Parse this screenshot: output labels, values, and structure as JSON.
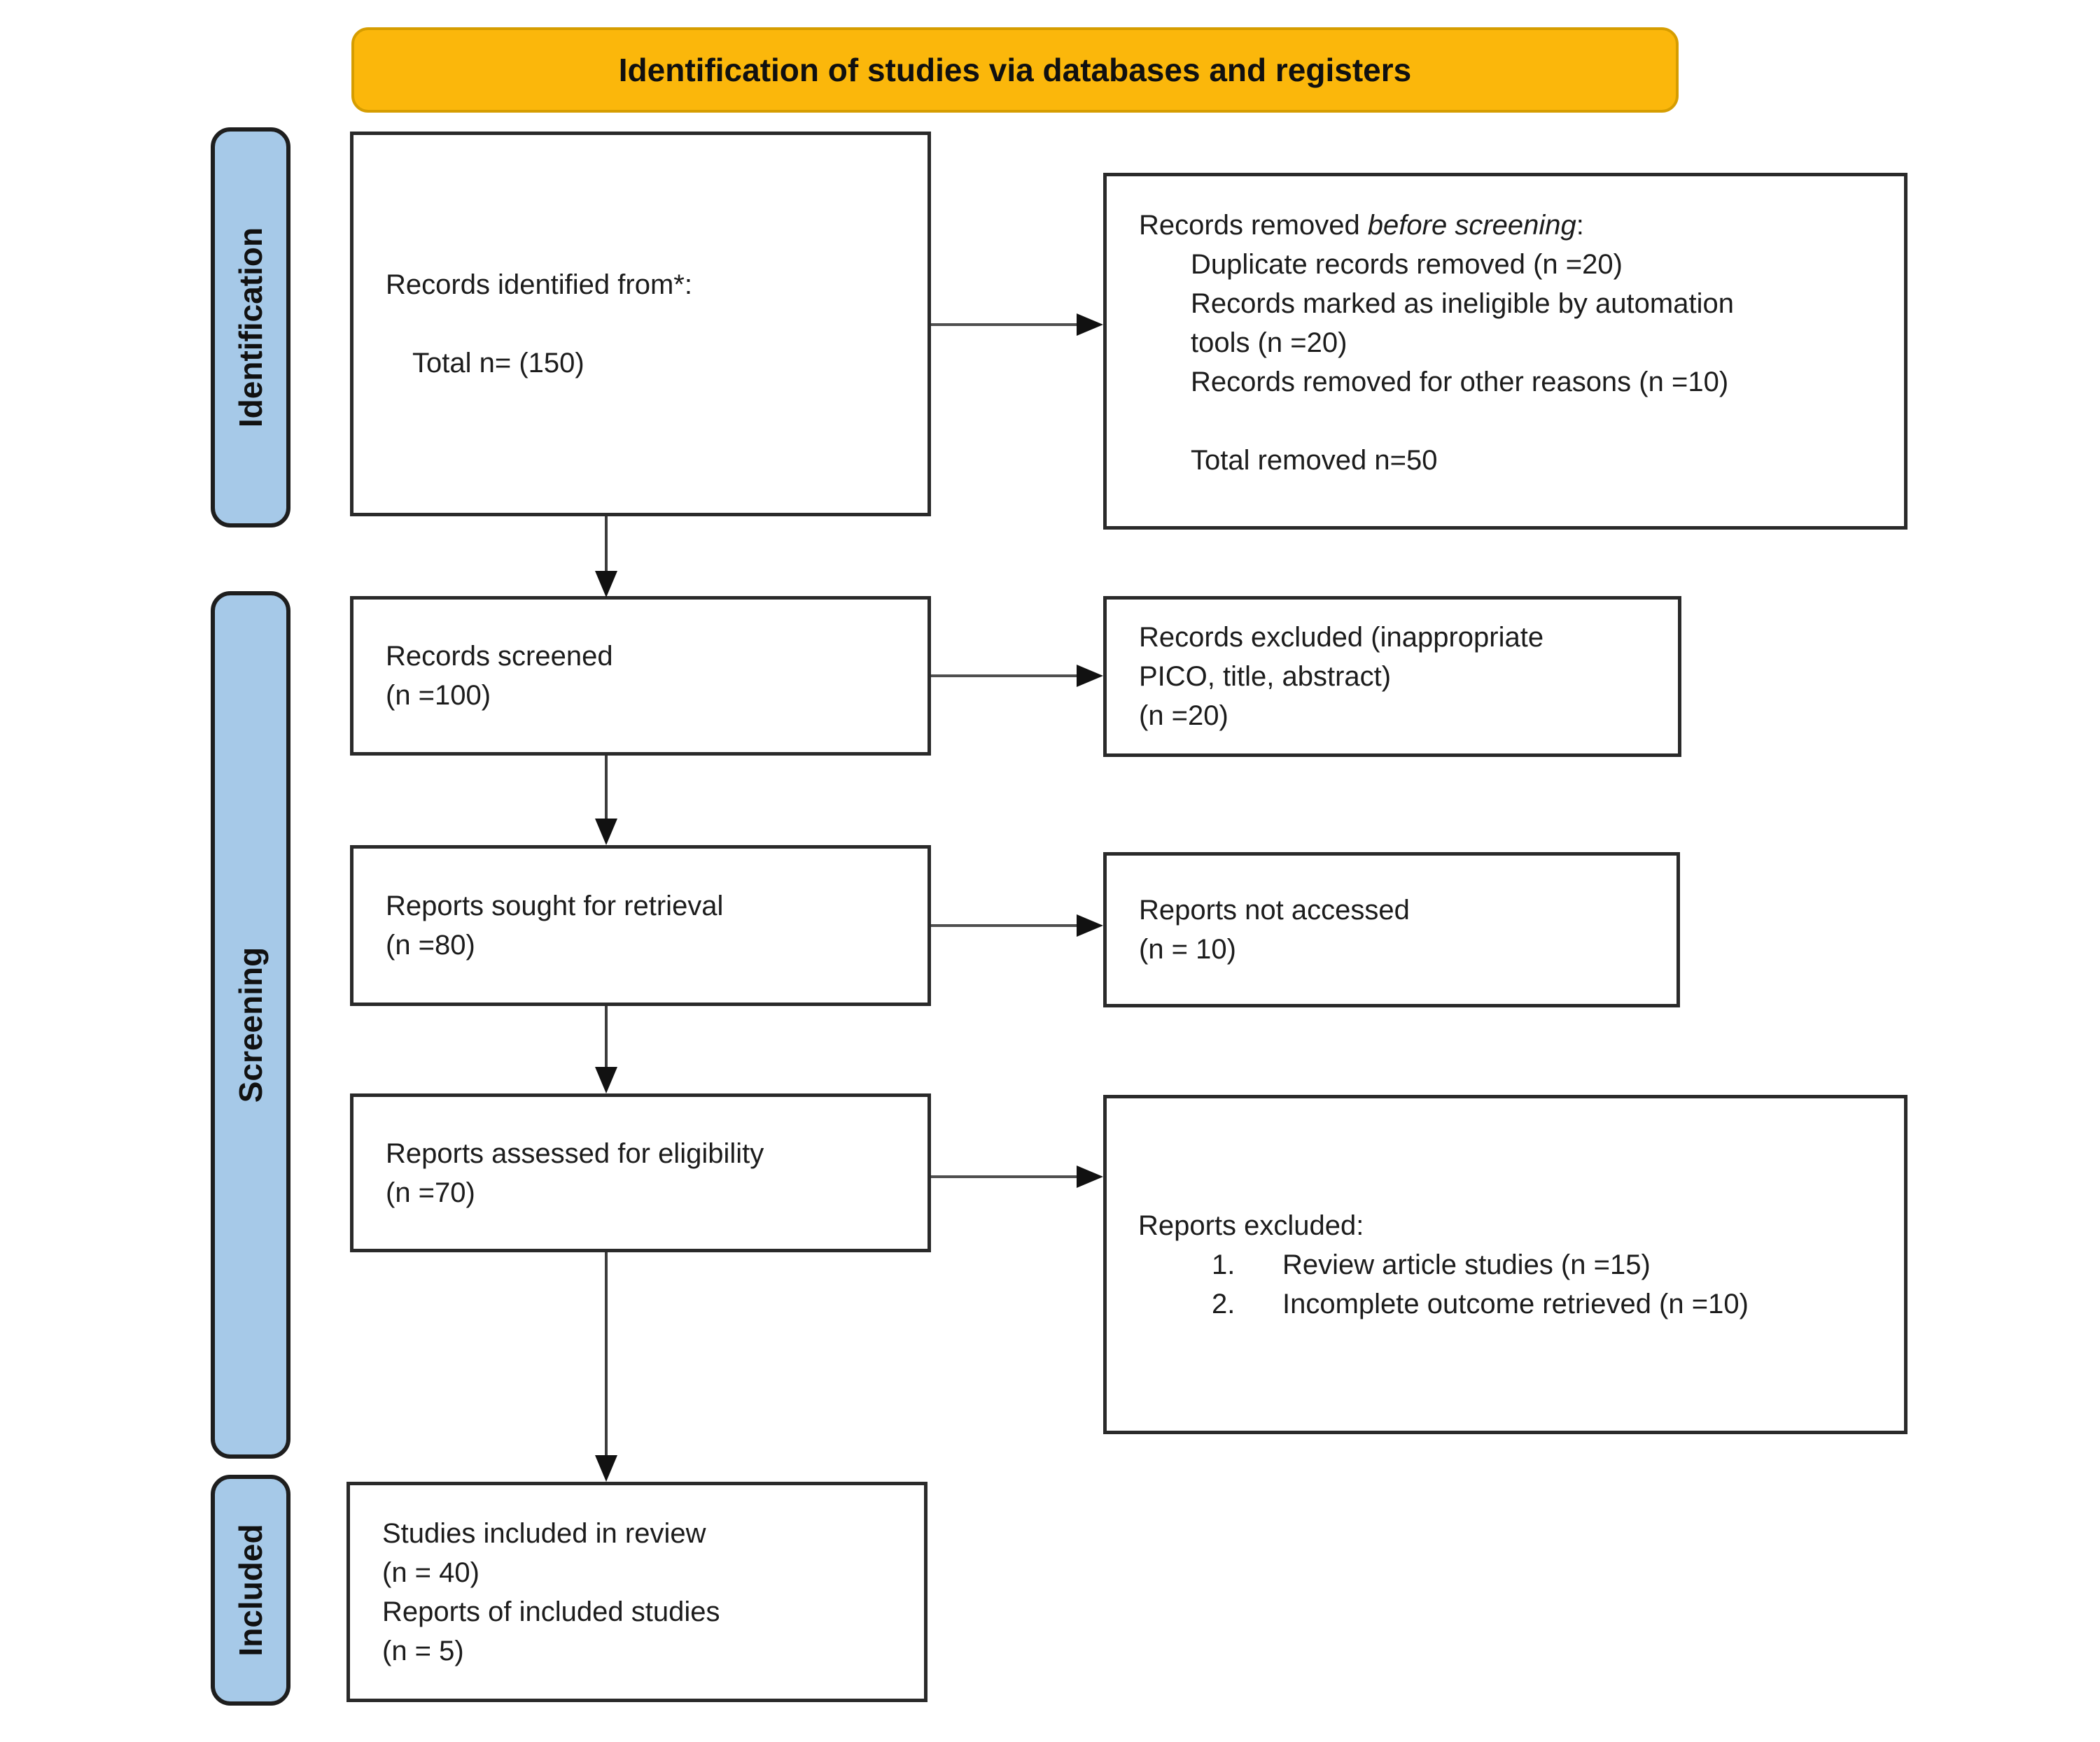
{
  "header": {
    "title": "Identification of studies via databases and registers"
  },
  "colors": {
    "banner_bg": "#FBB70B",
    "banner_border": "#D69D00",
    "stage_bar_bg": "#A6C9E8",
    "box_border": "#2A2A2A"
  },
  "sidebar": {
    "items": [
      {
        "label": "Identification"
      },
      {
        "label": "Screening"
      },
      {
        "label": "Included"
      }
    ]
  },
  "flow": {
    "records_identified": {
      "line1": "Records identified from*:",
      "line2": "Total n= (150)"
    },
    "records_removed": {
      "title": {
        "prefix": "Records removed ",
        "italic": "before screening",
        "suffix": ":"
      },
      "detail_lines": [
        "Duplicate records removed (n =20)",
        "Records marked as ineligible by automation",
        "tools (n =20)",
        "Records removed for other reasons (n =10)"
      ],
      "total": "Total removed n=50"
    },
    "records_screened": {
      "lines": [
        "Records screened",
        "(n =100)"
      ]
    },
    "records_excluded": {
      "lines": [
        "Records excluded (inappropriate",
        "PICO, title, abstract)",
        "(n =20)"
      ]
    },
    "reports_sought": {
      "lines": [
        "Reports sought for retrieval",
        "(n =80)"
      ]
    },
    "reports_not_accessed": {
      "lines": [
        "Reports not accessed",
        "(n = 10)"
      ]
    },
    "reports_assessed": {
      "lines": [
        "Reports assessed for eligibility",
        "(n =70)"
      ]
    },
    "reports_excluded": {
      "title": "Reports excluded:",
      "items": [
        {
          "num": "1.",
          "text": "Review article studies (n =15)"
        },
        {
          "num": "2.",
          "text": "Incomplete outcome retrieved (n =10)"
        }
      ]
    },
    "studies_included": {
      "lines": [
        "Studies included in review",
        "(n = 40)",
        "Reports of included studies",
        "(n = 5)"
      ]
    }
  }
}
